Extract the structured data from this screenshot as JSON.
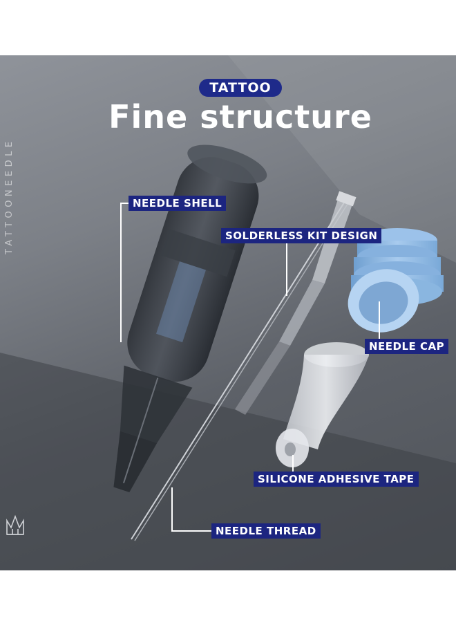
{
  "header": {
    "badge": "TATTOO",
    "title": "Fine structure"
  },
  "side_text": "TATTOONEEDLE",
  "logo_icon": "crown-logo-icon",
  "labels": {
    "needle_shell": "NEEDLE SHELL",
    "solderless_kit_design": "SOLDERLESS KIT DESIGN",
    "needle_cap": "NEEDLE CAP",
    "silicone_adhesive_tape": "SILICONE ADHESIVE TAPE",
    "needle_thread": "NEEDLE THREAD"
  },
  "colors": {
    "label_bg": "#1c2580",
    "badge_bg": "#1e2a8a",
    "cap_blue": "#8ab6e0"
  }
}
